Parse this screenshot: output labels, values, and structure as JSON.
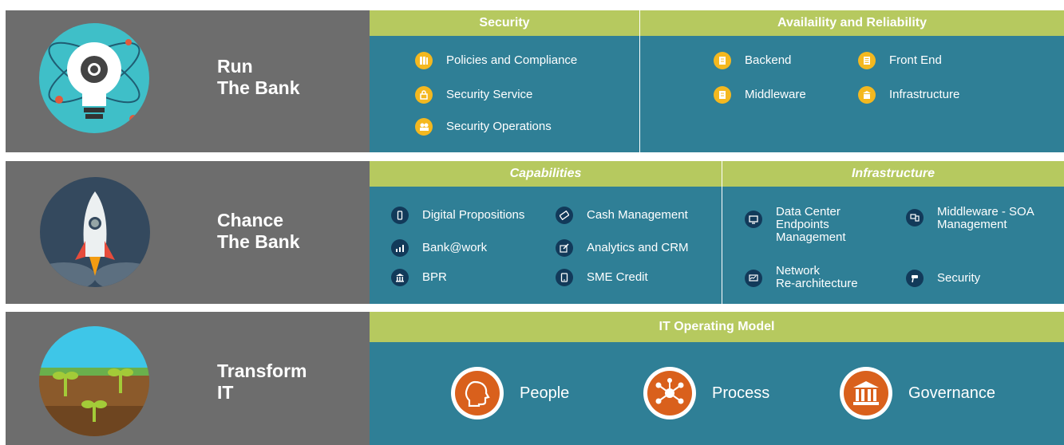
{
  "colors": {
    "gray_panel": "#6d6d6d",
    "teal_panel": "#2f7f96",
    "header_green": "#b6c95f",
    "icon_yellow": "#f4b81f",
    "icon_navy": "#123a5a",
    "orange": "#d9601c"
  },
  "run": {
    "title_line1": "Run",
    "title_line2": "The Bank",
    "security": {
      "header": "Security",
      "items": [
        {
          "label": "Policies and Compliance",
          "icon": "books-icon"
        },
        {
          "label": "Security Service",
          "icon": "padlock-icon"
        },
        {
          "label": "Security Operations",
          "icon": "people-icon"
        }
      ]
    },
    "availability": {
      "header": "Availaility and Reliability",
      "items": [
        {
          "label": "Backend",
          "icon": "document-icon"
        },
        {
          "label": "Front End",
          "icon": "list-icon"
        },
        {
          "label": "Middleware",
          "icon": "document-icon"
        },
        {
          "label": "Infrastructure",
          "icon": "building-icon"
        }
      ]
    }
  },
  "change": {
    "title_line1": "Chance",
    "title_line2": "The Bank",
    "capabilities": {
      "header": "Capabilities",
      "items": [
        {
          "label": "Digital Propositions",
          "icon": "mobile-icon"
        },
        {
          "label": "Cash Management",
          "icon": "card-icon"
        },
        {
          "label": "Bank@work",
          "icon": "bar-chart-icon"
        },
        {
          "label": "Analytics and CRM",
          "icon": "edit-icon"
        },
        {
          "label": "BPR",
          "icon": "bank-building-icon"
        },
        {
          "label": "SME Credit",
          "icon": "tablet-icon"
        }
      ]
    },
    "infrastructure": {
      "header": "Infrastructure",
      "items": [
        {
          "label_lines": [
            "Data Center",
            "Endpoints",
            "Management"
          ],
          "icon": "monitor-icon"
        },
        {
          "label_lines": [
            "Middleware - SOA",
            "Management"
          ],
          "icon": "servers-icon"
        },
        {
          "label_lines": [
            "Network",
            "Re-architecture"
          ],
          "icon": "network-monitor-icon"
        },
        {
          "label_lines": [
            "Security"
          ],
          "icon": "camera-icon"
        }
      ]
    }
  },
  "transform": {
    "title_line1": "Transform",
    "title_line2": "IT",
    "header": "IT Operating Model",
    "items": [
      {
        "label": "People",
        "icon": "head-icon"
      },
      {
        "label": "Process",
        "icon": "process-nodes-icon"
      },
      {
        "label": "Governance",
        "icon": "pillars-icon"
      }
    ]
  }
}
